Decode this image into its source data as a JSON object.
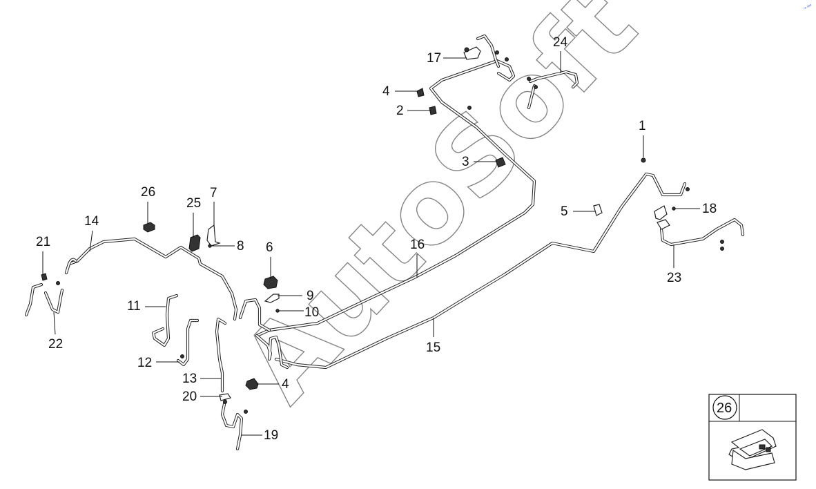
{
  "watermark": {
    "text": "AutoSoft"
  },
  "corner_mark": "ʳᵃ ᵃᵃᵃ",
  "inset": {
    "callout": "26"
  },
  "callouts": [
    {
      "id": "c1",
      "label": "1"
    },
    {
      "id": "c2",
      "label": "2"
    },
    {
      "id": "c3",
      "label": "3"
    },
    {
      "id": "c4a",
      "label": "4"
    },
    {
      "id": "c4b",
      "label": "4"
    },
    {
      "id": "c5",
      "label": "5"
    },
    {
      "id": "c6",
      "label": "6"
    },
    {
      "id": "c7",
      "label": "7"
    },
    {
      "id": "c8",
      "label": "8"
    },
    {
      "id": "c9",
      "label": "9"
    },
    {
      "id": "c10",
      "label": "10"
    },
    {
      "id": "c11",
      "label": "11"
    },
    {
      "id": "c12",
      "label": "12"
    },
    {
      "id": "c13",
      "label": "13"
    },
    {
      "id": "c14",
      "label": "14"
    },
    {
      "id": "c15",
      "label": "15"
    },
    {
      "id": "c16",
      "label": "16"
    },
    {
      "id": "c17",
      "label": "17"
    },
    {
      "id": "c18",
      "label": "18"
    },
    {
      "id": "c19",
      "label": "19"
    },
    {
      "id": "c20",
      "label": "20"
    },
    {
      "id": "c21",
      "label": "21"
    },
    {
      "id": "c22",
      "label": "22"
    },
    {
      "id": "c23",
      "label": "23"
    },
    {
      "id": "c24",
      "label": "24"
    },
    {
      "id": "c25",
      "label": "25"
    },
    {
      "id": "c26",
      "label": "26"
    }
  ]
}
